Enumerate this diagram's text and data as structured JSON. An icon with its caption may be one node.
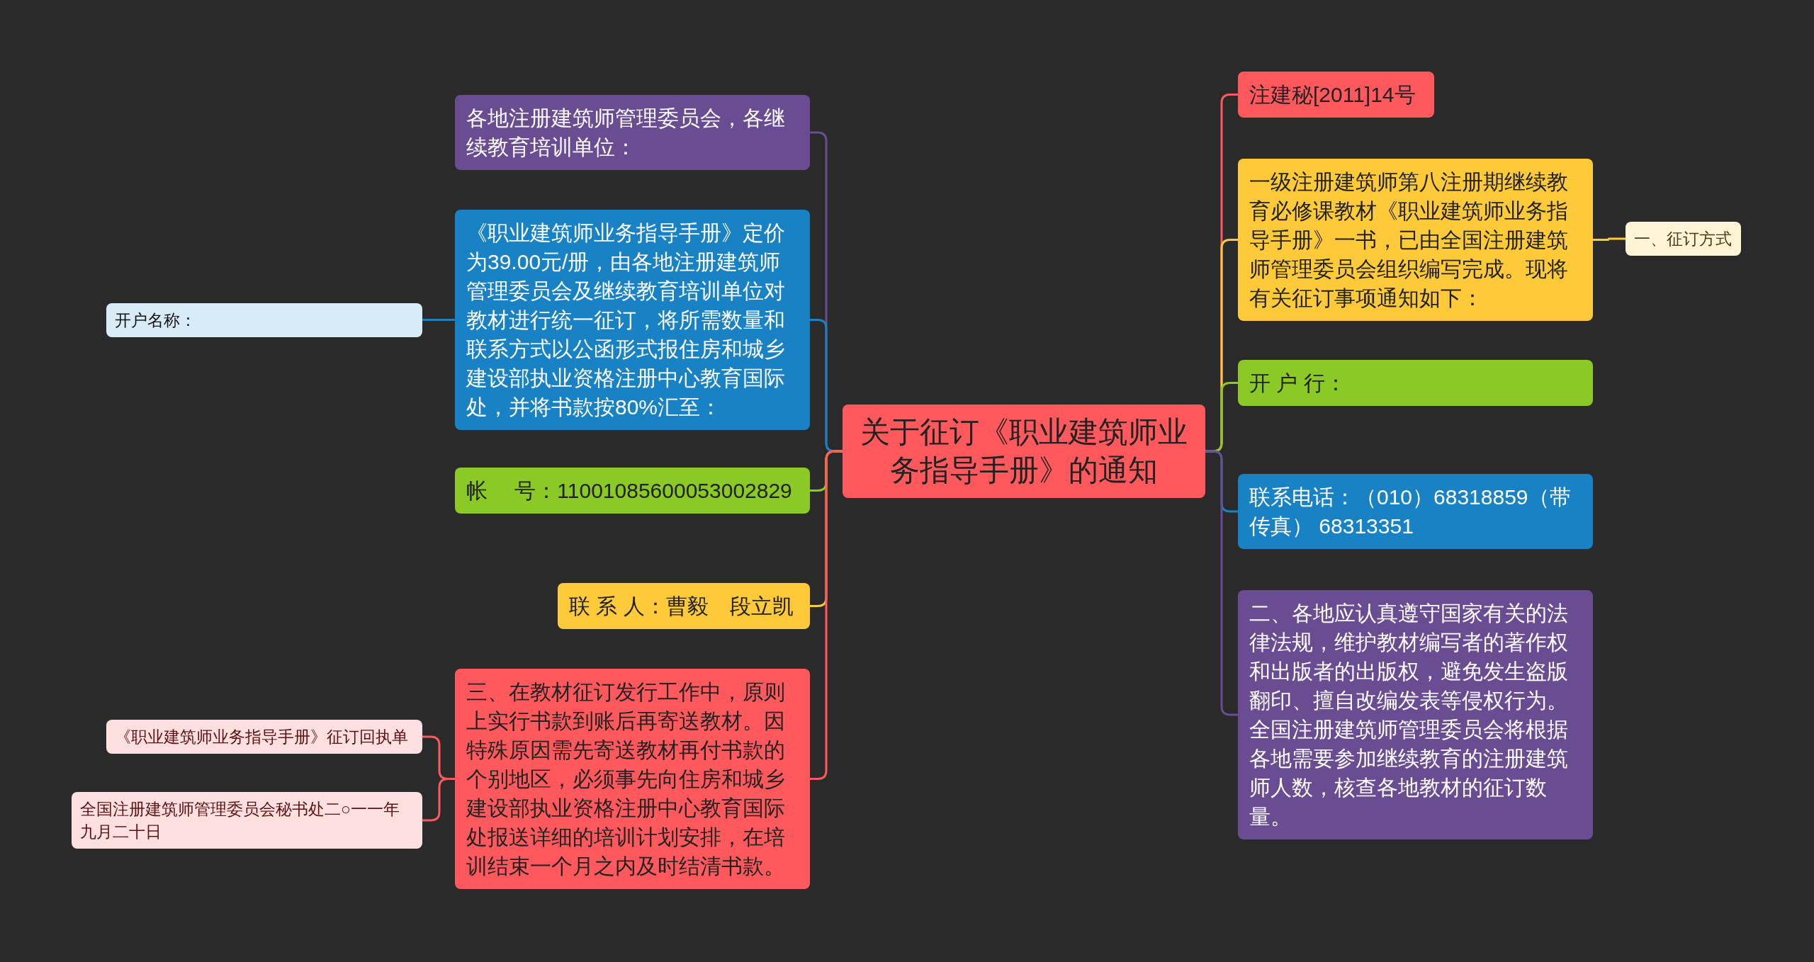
{
  "diagram": {
    "nodes": [
      {
        "text": [
          "关于征订《职业建筑师业务指导手册》的通知"
        ]
      },
      {
        "text": [
          "各地注册建筑师管理委员会，各继续教育培训单位："
        ]
      },
      {
        "text": [
          "《职业建筑师业务指导手册》定价为39.00元/册，由各地注册建筑师管理委员会及继续教育培训单位对教材进行统一征订，将所需数量和联系方式以公函形式报住房和城乡建设部执业资格注册中心教育国际处，并将书款按80%汇至："
        ]
      },
      {
        "text": [
          "开户名称："
        ]
      },
      {
        "text": [
          "帐　 号：11001085600053002829"
        ]
      },
      {
        "text": [
          "联 系 人：曹毅　段立凯"
        ]
      },
      {
        "text": [
          "三、在教材征订发行工作中，原则上实行书款到账后再寄送教材。因特殊原因需先寄送教材再付书款的个别地区，必须事先向住房和城乡建设部执业资格注册中心教育国际处报送详细的培训计划安排，在培训结束一个月之内及时结清书款。"
        ]
      },
      {
        "text": [
          "《职业建筑师业务指导手册》征订回执单"
        ]
      },
      {
        "text": [
          "全国注册建筑师管理委员会秘书处二○一一年九月二十日"
        ]
      },
      {
        "text": [
          "注建秘[2011]14号"
        ]
      },
      {
        "text": [
          "一级注册建筑师第八注册期继续教育必修课教材《职业建筑师业务指导手册》一书，已由全国注册建筑师管理委员会组织编写完成。现将有关征订事项通知如下："
        ]
      },
      {
        "text": [
          "一、征订方式"
        ]
      },
      {
        "text": [
          "开 户 行："
        ]
      },
      {
        "text": [
          "联系电话：（010）68318859（带传真） 68313351"
        ]
      },
      {
        "text": [
          "二、各地应认真遵守国家有关的法律法规，维护教材编写者的著作权和出版者的出版权，避免发生盗版翻印、擅自改编发表等侵权行为。全国注册建筑师管理委员会将根据各地需要参加继续教育的注册建筑师人数，核查各地教材的征订数量。"
        ]
      }
    ],
    "edges": [
      {
        "from": 0,
        "to": 1,
        "arrow": "none",
        "color": "#6a4c93"
      },
      {
        "from": 0,
        "to": 2,
        "arrow": "none",
        "color": "#1982c4"
      },
      {
        "from": 2,
        "to": 3,
        "arrow": "none",
        "color": "#1982c4"
      },
      {
        "from": 0,
        "to": 4,
        "arrow": "none",
        "color": "#8ac926"
      },
      {
        "from": 0,
        "to": 5,
        "arrow": "none",
        "color": "#ffca3a"
      },
      {
        "from": 0,
        "to": 6,
        "arrow": "none",
        "color": "#ff595e"
      },
      {
        "from": 6,
        "to": 7,
        "arrow": "none",
        "color": "#ff595e"
      },
      {
        "from": 6,
        "to": 8,
        "arrow": "none",
        "color": "#ff595e"
      },
      {
        "from": 0,
        "to": 9,
        "arrow": "none",
        "color": "#ff595e"
      },
      {
        "from": 0,
        "to": 10,
        "arrow": "none",
        "color": "#ffca3a"
      },
      {
        "from": 10,
        "to": 11,
        "arrow": "none",
        "color": "#ffca3a"
      },
      {
        "from": 0,
        "to": 12,
        "arrow": "none",
        "color": "#8ac926"
      },
      {
        "from": 0,
        "to": 13,
        "arrow": "none",
        "color": "#1982c4"
      },
      {
        "from": 0,
        "to": 14,
        "arrow": "none",
        "color": "#6a4c93"
      }
    ]
  }
}
